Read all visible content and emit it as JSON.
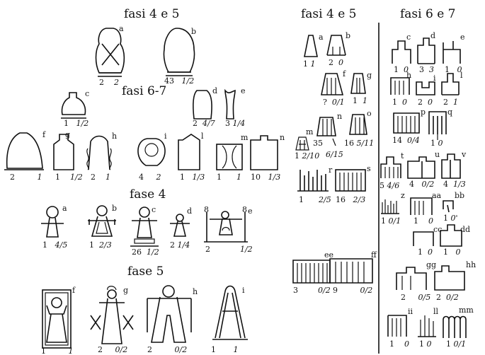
{
  "headers": {
    "left_top": "fasi 4 e 5",
    "left_mid": "fasi 6-7",
    "left_fase4": "fase 4",
    "left_fase5": "fase 5",
    "right_col1": "fasi 4 e 5",
    "right_col2": "fasi 6 e 7"
  },
  "left": {
    "a": {
      "label": "a",
      "n1": "2",
      "n2": "2"
    },
    "b": {
      "label": "b",
      "n1": "43",
      "n2": "1/2"
    },
    "c": {
      "label": "c",
      "n1": "1",
      "n2": "1/2"
    },
    "d": {
      "label": "d",
      "n1": "2",
      "n2": "4/7"
    },
    "e": {
      "label": "e",
      "n1": "3",
      "n2": "1/4"
    },
    "f": {
      "label": "f",
      "n1": "2",
      "n2": "1"
    },
    "g": {
      "label": "g",
      "n1": "1",
      "n2": "1/2"
    },
    "h": {
      "label": "h",
      "n1": "2",
      "n2": "1"
    },
    "i": {
      "label": "i",
      "n1": "4",
      "n2": "2"
    },
    "l": {
      "label": "l",
      "n1": "1",
      "n2": "1/3"
    },
    "m": {
      "label": "m",
      "n1": "1",
      "n2": "1"
    },
    "n": {
      "label": "n",
      "n1": "10",
      "n2": "1/3"
    },
    "f4a": {
      "label": "a",
      "n1": "1",
      "n2": "4/5"
    },
    "f4b": {
      "label": "b",
      "n1": "1",
      "n2": "2/3"
    },
    "f4c": {
      "label": "c",
      "n1": "26",
      "n2": "1/2"
    },
    "f4d": {
      "label": "d",
      "n1": "2",
      "n2": "1/4"
    },
    "f4e": {
      "label": "e",
      "n1": "2",
      "n2": "1/2",
      "mark1": "8",
      "mark2": "8"
    },
    "f5f": {
      "label": "f",
      "n1": "1",
      "n2": "1"
    },
    "f5g": {
      "label": "g",
      "n1": "2",
      "n2": "0/2"
    },
    "f5h": {
      "label": "h",
      "n1": "2",
      "n2": "0/2"
    },
    "f5i": {
      "label": "i",
      "n1": "1",
      "n2": "1"
    }
  },
  "r1": {
    "a": {
      "label": "a",
      "n1": "1",
      "n2": "1"
    },
    "b": {
      "label": "b",
      "n1": "2",
      "n2": "0"
    },
    "f": {
      "label": "f",
      "n1": "?",
      "n2": "0/1"
    },
    "g": {
      "label": "g",
      "n1": "1",
      "n2": "1"
    },
    "m": {
      "label": "m",
      "n1": "1",
      "n2": "2/10"
    },
    "n": {
      "label": "n",
      "n1": "35",
      "n2": "6/15"
    },
    "o": {
      "label": "o",
      "n1": "16",
      "n2": "5/11"
    },
    "r": {
      "label": "r",
      "n1": "1",
      "n2": "2/5"
    },
    "s": {
      "label": "s",
      "n1": "16",
      "n2": "2/3"
    },
    "ee": {
      "label": "ee",
      "n1": "3",
      "n2": "0/2"
    },
    "ff": {
      "label": "ff",
      "n1": "9",
      "n2": "0/2"
    }
  },
  "r2": {
    "c": {
      "label": "c",
      "n1": "1",
      "n2": "0"
    },
    "d": {
      "label": "d",
      "n1": "3",
      "n2": "3"
    },
    "e": {
      "label": "e",
      "n1": "1",
      "n2": "0"
    },
    "h": {
      "label": "h",
      "n1": "1",
      "n2": "0"
    },
    "i": {
      "label": "i",
      "n1": "2",
      "n2": "0"
    },
    "l": {
      "label": "l",
      "n1": "2",
      "n2": "1"
    },
    "p": {
      "label": "p",
      "n1": "14",
      "n2": "0/4"
    },
    "q": {
      "label": "q",
      "n1": "1",
      "n2": "0"
    },
    "t": {
      "label": "t",
      "n1": "5",
      "n2": "4/6"
    },
    "u": {
      "label": "u",
      "n1": "4",
      "n2": "0/2"
    },
    "v": {
      "label": "v",
      "n1": "4",
      "n2": "1/3"
    },
    "z": {
      "label": "z",
      "n1": "1",
      "n2": "0/1"
    },
    "aa": {
      "label": "aa",
      "n1": "1",
      "n2": "0"
    },
    "bb": {
      "label": "bb",
      "n1": "1",
      "n2": "0'"
    },
    "cc": {
      "label": "cc",
      "n1": "1",
      "n2": "0"
    },
    "dd": {
      "label": "dd",
      "n1": "1",
      "n2": "0"
    },
    "gg": {
      "label": "gg",
      "n1": "2",
      "n2": "0/5"
    },
    "hh": {
      "label": "hh",
      "n1": "2",
      "n2": "0/2"
    },
    "ii": {
      "label": "ii",
      "n1": "1",
      "n2": "0"
    },
    "ll": {
      "label": "ll",
      "n1": "1",
      "n2": "0"
    },
    "mm": {
      "label": "mm",
      "n1": "1",
      "n2": "0/1"
    }
  }
}
